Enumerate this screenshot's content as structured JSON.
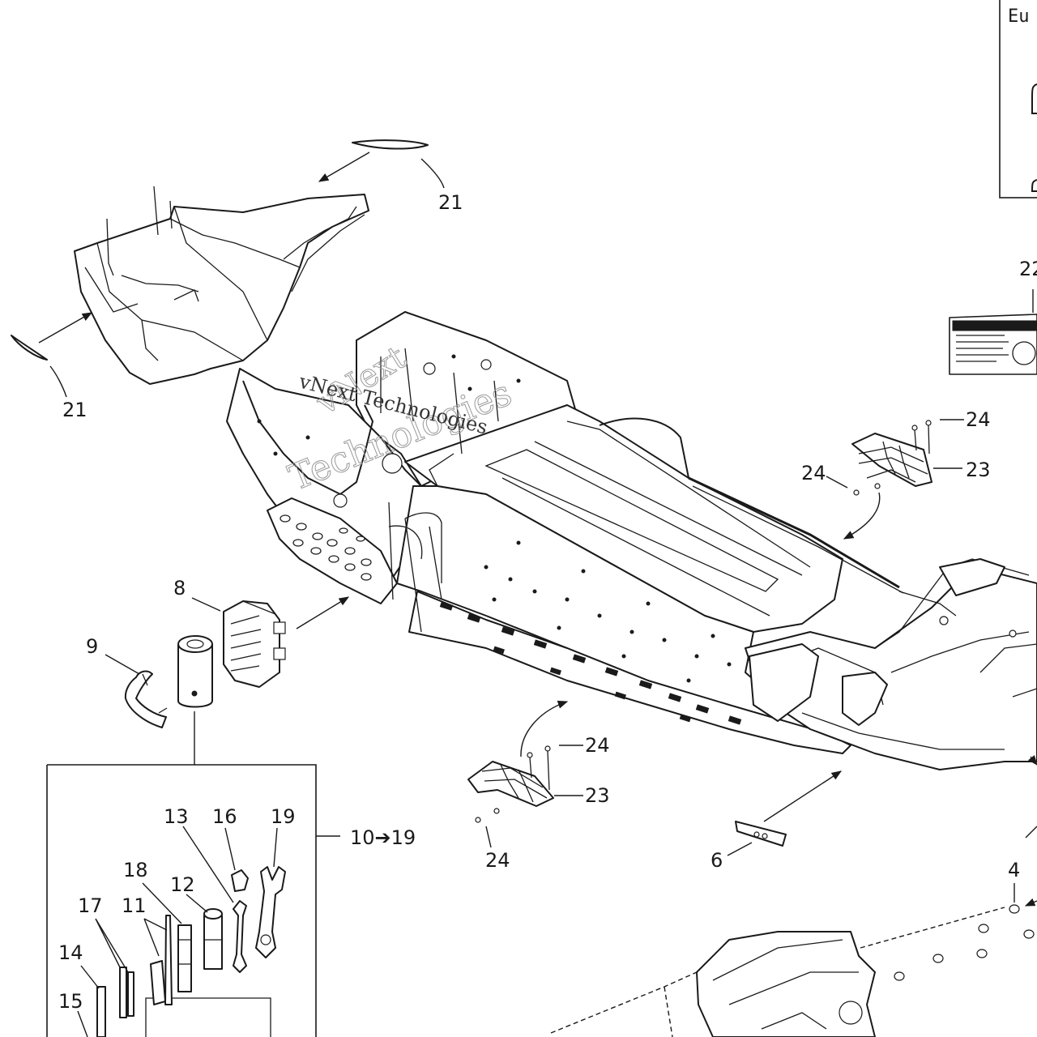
{
  "callouts": {
    "c21_top": "21",
    "c21_left": "21",
    "c22": "22",
    "c24_r1": "24",
    "c24_r2": "24",
    "c23_r": "23",
    "c8": "8",
    "c9": "9",
    "c24_b1": "24",
    "c23_b": "23",
    "c24_b2": "24",
    "c10_19": "10➔19",
    "c6": "6",
    "c4": "4",
    "c13": "13",
    "c16": "16",
    "c19": "19",
    "c18": "18",
    "c12": "12",
    "c17": "17",
    "c11": "11",
    "c14": "14",
    "c15": "15"
  },
  "inset": {
    "label": "Eu"
  },
  "watermark": {
    "text": "vNext Technologies",
    "text2": "vNext",
    "text3": "Technologies"
  }
}
